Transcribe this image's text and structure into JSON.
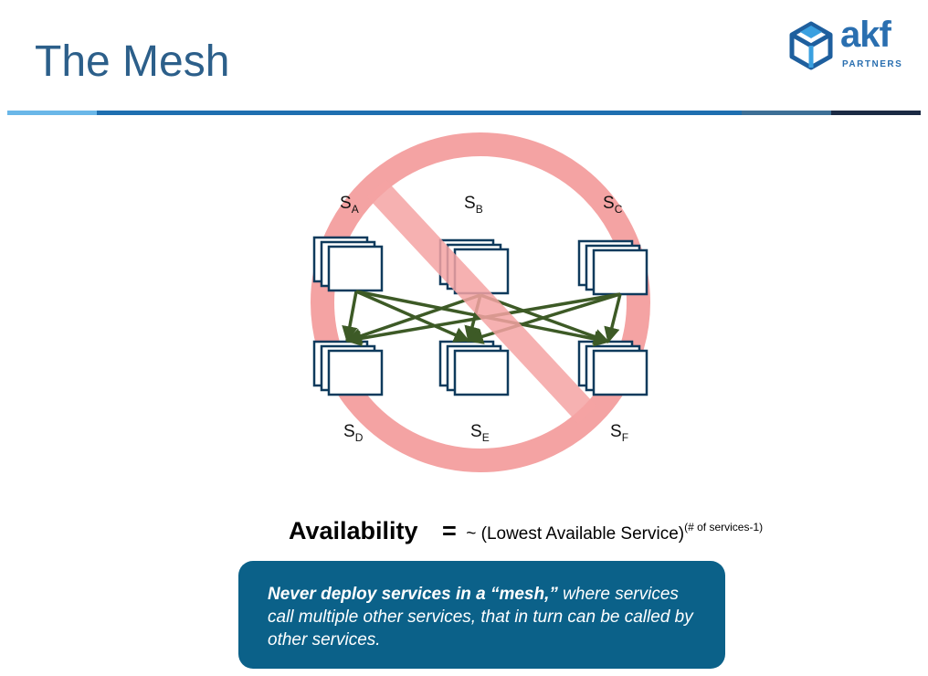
{
  "title": "The Mesh",
  "logo": {
    "text": "akf",
    "subtext": "PARTNERS"
  },
  "colors": {
    "title": "#2c5f8a",
    "rule": [
      "#6ab7e8",
      "#1e6fb0",
      "#3d6f96",
      "#1b2a44"
    ],
    "prohibition": "#f4a3a3",
    "service_stroke": "#0e3a5c",
    "arrow": "#3d5a26",
    "callout_bg": "#0b6189"
  },
  "diagram": {
    "services": [
      {
        "id": "A",
        "name": "S",
        "sub": "A"
      },
      {
        "id": "B",
        "name": "S",
        "sub": "B"
      },
      {
        "id": "C",
        "name": "S",
        "sub": "C"
      },
      {
        "id": "D",
        "name": "S",
        "sub": "D"
      },
      {
        "id": "E",
        "name": "S",
        "sub": "E"
      },
      {
        "id": "F",
        "name": "S",
        "sub": "F"
      }
    ],
    "edges": [
      [
        "A",
        "D"
      ],
      [
        "A",
        "E"
      ],
      [
        "A",
        "F"
      ],
      [
        "B",
        "D"
      ],
      [
        "B",
        "E"
      ],
      [
        "B",
        "F"
      ],
      [
        "C",
        "D"
      ],
      [
        "C",
        "E"
      ],
      [
        "C",
        "F"
      ]
    ],
    "overlay": "prohibition-sign"
  },
  "formula": {
    "lhs": "Availability",
    "eq": "=",
    "rhs": "~ (Lowest Available Service)",
    "exponent": "(# of services-1)"
  },
  "callout": {
    "bold": "Never deploy services in a “mesh,”",
    "rest": " where services call multiple other services, that in turn can be called by other services."
  }
}
